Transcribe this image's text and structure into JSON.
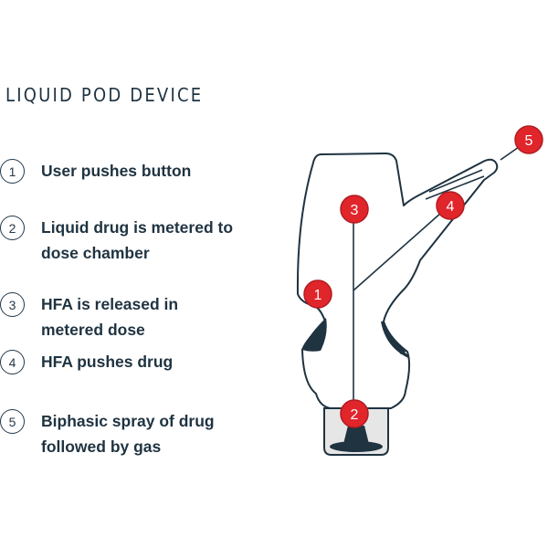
{
  "title": "LIQUID POD DEVICE",
  "steps": [
    {
      "number": "1",
      "text": "User pushes button"
    },
    {
      "number": "2",
      "text": "Liquid drug is metered to dose chamber"
    },
    {
      "number": "3",
      "text": "HFA is released in metered dose"
    },
    {
      "number": "4",
      "text": "HFA pushes drug"
    },
    {
      "number": "5",
      "text": "Biphasic spray of drug followed by gas"
    }
  ],
  "markers": [
    "1",
    "2",
    "3",
    "4",
    "5"
  ],
  "colors": {
    "text": "#1f3341",
    "marker_fill": "#e0252b",
    "outline": "#1f3341",
    "device_fill": "#ffffff",
    "base_fill": "#e6e6e6"
  }
}
